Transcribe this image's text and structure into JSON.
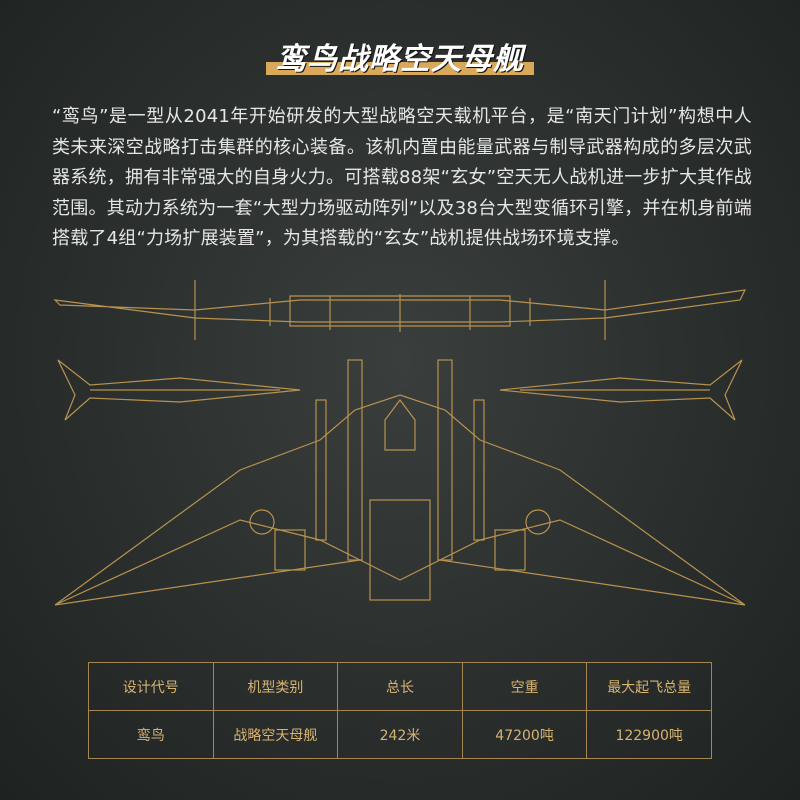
{
  "title": "鸾鸟战略空天母舰",
  "intro": "“鸾鸟”是一型从2041年开始研发的大型战略空天载机平台，是“南天门计划”构想中人类未来深空战略打击集群的核心装备。该机内置由能量武器与制导武器构成的多层次武器系统，拥有非常强大的自身火力。可搭载88架“玄女”空天无人战机进一步扩大其作战范围。其动力系统为一套“大型力场驱动阵列”以及38台大型变循环引擎，并在机身前端搭载了4组“力场扩展装置”，为其搭载的“玄女”战机提供战场环境支撑。",
  "colors": {
    "accent": "#d9a85a",
    "line": "#b8924e",
    "background": "#2a2e2d"
  },
  "specs": {
    "headers": [
      "设计代号",
      "机型类别",
      "总长",
      "空重",
      "最大起飞总量"
    ],
    "values": [
      "鸾鸟",
      "战略空天母舰",
      "242米",
      "47200吨",
      "122900吨"
    ]
  }
}
